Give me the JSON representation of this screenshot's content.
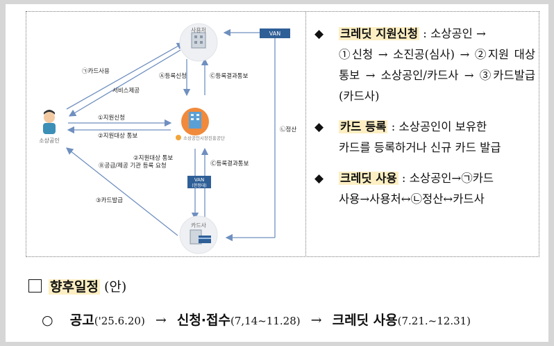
{
  "diagram": {
    "nodes": {
      "user_org": "사용처",
      "van_top": "VAN",
      "smb": "소상공인",
      "agency": "소상공인시장진흥공단",
      "van_mid_line1": "VAN",
      "van_mid_line2": "(한정대)",
      "card_co": "카드사"
    },
    "labels": {
      "card_use": "㉠카드사용",
      "service": "서비스제공",
      "reg_apply": "Ⓐ등록신청",
      "reg_result_top": "Ⓒ등록결과통보",
      "apply": "①지원신청",
      "target_notice": "②지원대상 통보",
      "settle": "㉡정산",
      "target_notice2": "②지원대상 통보",
      "reg_request": "Ⓑ공급/제공 기관 등록 요청",
      "reg_result_mid": "Ⓒ등록결과통보",
      "card_issue": "③카드발급"
    }
  },
  "bullets": [
    {
      "title": "크레딧 지원신청",
      "line1_tail": " : 소상공인 →",
      "rest": "①신청 → 소진공(심사) → ②지원 대상 통보 → 소상공인/카드사 → ③카드발급(카드사)"
    },
    {
      "title": "카드 등록",
      "line1_tail": " : 소상공인이 보유한",
      "rest": "카드를 등록하거나 신규 카드 발급"
    },
    {
      "title": "크레딧 사용",
      "line1_tail": " : 소상공인→㉠카드",
      "rest": "사용→사용처↔㉡정산↔카드사"
    }
  ],
  "schedule": {
    "heading": "향후일정",
    "heading_suffix": "(안)",
    "circle": "○",
    "steps": [
      {
        "name": "공고",
        "date": "('25.6.20)"
      },
      {
        "name": "신청·접수",
        "date": "(7,14~11.28)"
      },
      {
        "name": "크레딧 사용",
        "date": "(7.21.~12.31)"
      }
    ],
    "arrow": "→"
  }
}
